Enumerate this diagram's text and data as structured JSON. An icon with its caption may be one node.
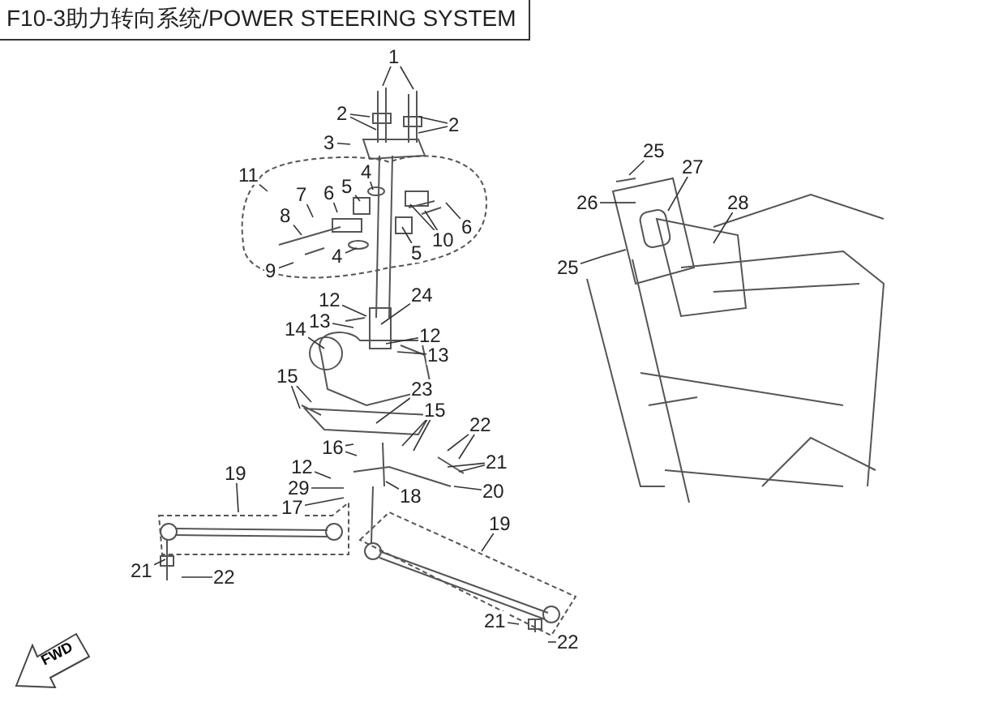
{
  "diagram": {
    "title": "F10-3助力转向系统/POWER STEERING SYSTEM",
    "nodes": [
      {
        "text": [
          "1"
        ]
      },
      {
        "text": [
          "2"
        ]
      },
      {
        "text": [
          "2"
        ]
      },
      {
        "text": [
          "3"
        ]
      },
      {
        "text": [
          "25"
        ]
      },
      {
        "text": [
          "4"
        ]
      },
      {
        "text": [
          "27"
        ]
      },
      {
        "text": [
          "11"
        ]
      },
      {
        "text": [
          "5"
        ]
      },
      {
        "text": [
          "6"
        ]
      },
      {
        "text": [
          "7"
        ]
      },
      {
        "text": [
          "26"
        ]
      },
      {
        "text": [
          "28"
        ]
      },
      {
        "text": [
          "8"
        ]
      },
      {
        "text": [
          "6"
        ]
      },
      {
        "text": [
          "10"
        ]
      },
      {
        "text": [
          "5"
        ]
      },
      {
        "text": [
          "4"
        ]
      },
      {
        "text": [
          "25"
        ]
      },
      {
        "text": [
          "9"
        ]
      },
      {
        "text": [
          "24"
        ]
      },
      {
        "text": [
          "12"
        ]
      },
      {
        "text": [
          "13"
        ]
      },
      {
        "text": [
          "14"
        ]
      },
      {
        "text": [
          "12"
        ]
      },
      {
        "text": [
          "13"
        ]
      },
      {
        "text": [
          "15"
        ]
      },
      {
        "text": [
          "23"
        ]
      },
      {
        "text": [
          "15"
        ]
      },
      {
        "text": [
          "22"
        ]
      },
      {
        "text": [
          "16"
        ]
      },
      {
        "text": [
          "21"
        ]
      },
      {
        "text": [
          "12"
        ]
      },
      {
        "text": [
          "19"
        ]
      },
      {
        "text": [
          "29"
        ]
      },
      {
        "text": [
          "17"
        ]
      },
      {
        "text": [
          "18"
        ]
      },
      {
        "text": [
          "20"
        ]
      },
      {
        "text": [
          "19"
        ]
      },
      {
        "text": [
          "21"
        ]
      },
      {
        "text": [
          "22"
        ]
      },
      {
        "text": [
          "21"
        ]
      },
      {
        "text": [
          "22"
        ]
      }
    ],
    "edges": [
      {
        "from": 0,
        "to": null,
        "arrow": "none"
      },
      {
        "from": 0,
        "to": null,
        "arrow": "none"
      },
      {
        "from": 1,
        "to": null,
        "arrow": "none"
      },
      {
        "from": 1,
        "to": null,
        "arrow": "none"
      },
      {
        "from": 2,
        "to": null,
        "arrow": "none"
      },
      {
        "from": 2,
        "to": null,
        "arrow": "none"
      },
      {
        "from": 3,
        "to": null,
        "arrow": "none"
      },
      {
        "from": 4,
        "to": null,
        "arrow": "none"
      },
      {
        "from": 5,
        "to": null,
        "arrow": "none"
      },
      {
        "from": 6,
        "to": null,
        "arrow": "none"
      },
      {
        "from": 7,
        "to": null,
        "arrow": "none"
      },
      {
        "from": 8,
        "to": null,
        "arrow": "none"
      },
      {
        "from": 9,
        "to": null,
        "arrow": "none"
      },
      {
        "from": 10,
        "to": null,
        "arrow": "none"
      },
      {
        "from": 11,
        "to": null,
        "arrow": "none"
      },
      {
        "from": 12,
        "to": null,
        "arrow": "none"
      },
      {
        "from": 13,
        "to": null,
        "arrow": "none"
      },
      {
        "from": 14,
        "to": null,
        "arrow": "none"
      },
      {
        "from": 15,
        "to": null,
        "arrow": "none"
      },
      {
        "from": 15,
        "to": null,
        "arrow": "none"
      },
      {
        "from": 16,
        "to": null,
        "arrow": "none"
      },
      {
        "from": 17,
        "to": null,
        "arrow": "none"
      },
      {
        "from": 18,
        "to": null,
        "arrow": "none"
      },
      {
        "from": 19,
        "to": null,
        "arrow": "none"
      },
      {
        "from": 20,
        "to": null,
        "arrow": "none"
      },
      {
        "from": 21,
        "to": null,
        "arrow": "none"
      },
      {
        "from": 22,
        "to": null,
        "arrow": "none"
      },
      {
        "from": 23,
        "to": null,
        "arrow": "none"
      },
      {
        "from": 24,
        "to": null,
        "arrow": "none"
      },
      {
        "from": 25,
        "to": null,
        "arrow": "none"
      },
      {
        "from": 26,
        "to": null,
        "arrow": "none"
      },
      {
        "from": 26,
        "to": null,
        "arrow": "none"
      },
      {
        "from": 27,
        "to": null,
        "arrow": "none"
      },
      {
        "from": 28,
        "to": null,
        "arrow": "none"
      },
      {
        "from": 28,
        "to": null,
        "arrow": "none"
      },
      {
        "from": 29,
        "to": null,
        "arrow": "none"
      },
      {
        "from": 29,
        "to": null,
        "arrow": "none"
      },
      {
        "from": 30,
        "to": null,
        "arrow": "none"
      },
      {
        "from": 30,
        "to": null,
        "arrow": "none"
      },
      {
        "from": 31,
        "to": null,
        "arrow": "none"
      },
      {
        "from": 31,
        "to": null,
        "arrow": "none"
      },
      {
        "from": 32,
        "to": null,
        "arrow": "none"
      },
      {
        "from": 33,
        "to": null,
        "arrow": "none"
      },
      {
        "from": 34,
        "to": null,
        "arrow": "none"
      },
      {
        "from": 35,
        "to": null,
        "arrow": "none"
      },
      {
        "from": 36,
        "to": null,
        "arrow": "none"
      },
      {
        "from": 37,
        "to": null,
        "arrow": "none"
      },
      {
        "from": 38,
        "to": null,
        "arrow": "none"
      },
      {
        "from": 39,
        "to": null,
        "arrow": "none"
      },
      {
        "from": 40,
        "to": null,
        "arrow": "none"
      },
      {
        "from": 41,
        "to": null,
        "arrow": "none"
      },
      {
        "from": 42,
        "to": null,
        "arrow": "none"
      }
    ],
    "labels": [
      "FWD"
    ]
  }
}
